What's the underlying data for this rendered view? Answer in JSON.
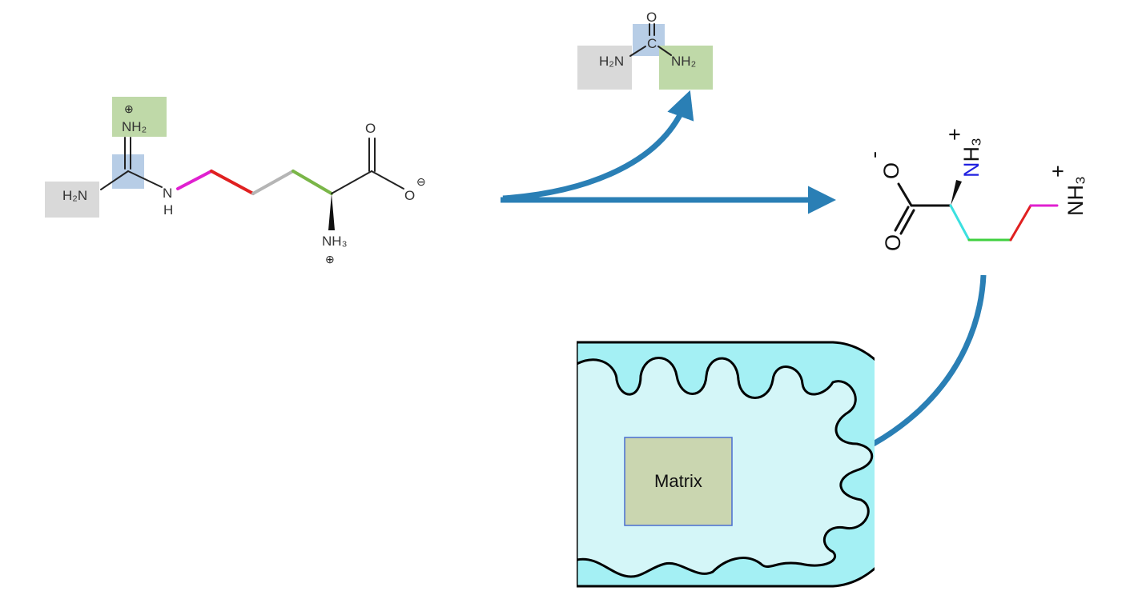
{
  "colors": {
    "arrow": "#2a7fb5",
    "hl_gray": "#d9d9d9",
    "hl_blue": "#b7cde6",
    "hl_green": "#bfd9a8",
    "chain_magenta": "#e020d0",
    "chain_red": "#e02020",
    "chain_gray": "#b5b5b5",
    "chain_green": "#7ab648",
    "chain_cyan": "#3ce0e0",
    "chain_lime": "#40d040",
    "amine_blue": "#2020e0",
    "mito_outer": "#a4f0f4",
    "mito_inner": "#d4f6f8",
    "matrix_fill": "#cad6b0",
    "matrix_border": "#4a6fd0"
  },
  "arginine": {
    "h2n": "H₂N",
    "nh2": "NH₂",
    "plus": "⊕",
    "nh": "N",
    "h": "H",
    "o_top": "O",
    "o_minus": "O",
    "minus": "⊖",
    "nh3": "NH₃",
    "plus_bottom": "⊕"
  },
  "urea": {
    "o": "O",
    "c": "C",
    "h2n": "H₂N",
    "nh2": "NH₂"
  },
  "ornithine": {
    "o_minus": "O",
    "minus": "-",
    "o": "O",
    "nh3_alpha": "NH₃",
    "plus_alpha": "+",
    "nh3_side": "NH₃",
    "plus_side": "+"
  },
  "mitochondrion": {
    "matrix_label": "Matrix"
  }
}
